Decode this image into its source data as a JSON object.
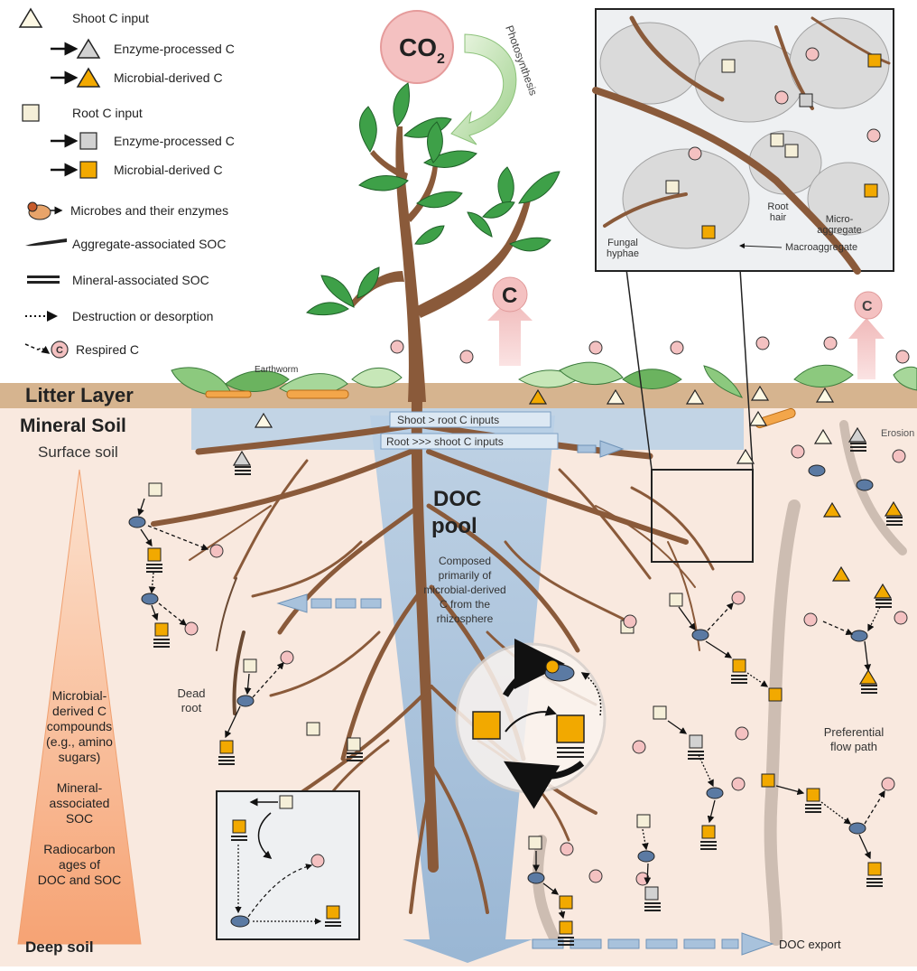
{
  "legend": {
    "items": [
      {
        "label": "Shoot C input",
        "symbol": "triangle-white"
      },
      {
        "label": "Enzyme-processed C",
        "symbol": "triangle-gray",
        "arrow": true
      },
      {
        "label": "Microbial-derived C",
        "symbol": "triangle-orange",
        "arrow": true
      },
      {
        "label": "Root C input",
        "symbol": "square-white"
      },
      {
        "label": "Enzyme-processed C",
        "symbol": "square-gray",
        "arrow": true
      },
      {
        "label": "Microbial-derived C",
        "symbol": "square-orange",
        "arrow": true
      },
      {
        "label": "Microbes and their enzymes",
        "symbol": "microbe"
      },
      {
        "label": "Aggregate-associated SOC",
        "symbol": "aggregate-line"
      },
      {
        "label": "Mineral-associated SOC",
        "symbol": "mineral-lines"
      },
      {
        "label": "Destruction or desorption",
        "symbol": "dotted-arrow"
      },
      {
        "label": "Respired C",
        "symbol": "respired-c"
      }
    ]
  },
  "atmosphere": {
    "co2": "CO",
    "co2_sub": "2",
    "photosynthesis": "Photosynthesis",
    "respired_symbol": "C"
  },
  "layers": {
    "litter": "Litter Layer",
    "mineral": "Mineral Soil",
    "surface": "Surface soil",
    "deep": "Deep soil"
  },
  "labels": {
    "earthworm": "Earthworm",
    "shoot_gt_root": "Shoot > root C inputs",
    "root_gt_shoot": "Root >>> shoot C inputs",
    "doc_pool_1": "DOC",
    "doc_pool_2": "pool",
    "doc_desc": [
      "Composed",
      "primarily of",
      "microbial-derived",
      "C from the",
      "rhizosphere"
    ],
    "dead_root": [
      "Dead",
      "root"
    ],
    "preferential": [
      "Preferential",
      "flow path"
    ],
    "erosion": "Erosion",
    "doc_export": "DOC export",
    "pyramid": [
      "Microbial-",
      "derived C",
      "compounds",
      "(e.g., amino",
      "sugars)",
      "",
      "Mineral-",
      "associated",
      "SOC",
      "",
      "Radiocarbon",
      "ages of",
      "DOC and SOC"
    ]
  },
  "inset": {
    "root_hair": [
      "Root",
      "hair"
    ],
    "microaggregate": [
      "Micro-",
      "aggregate"
    ],
    "fungal": [
      "Fungal",
      "hyphae"
    ],
    "macroaggregate": "Macroaggregate"
  },
  "colors": {
    "litter": "#d6b48f",
    "soil": "#f9e9df",
    "root": "#8a5a3a",
    "leaf": "#3ea048",
    "orange": "#f2a900",
    "doc": "#a9c3dd",
    "pink": "#f3c2c2"
  }
}
